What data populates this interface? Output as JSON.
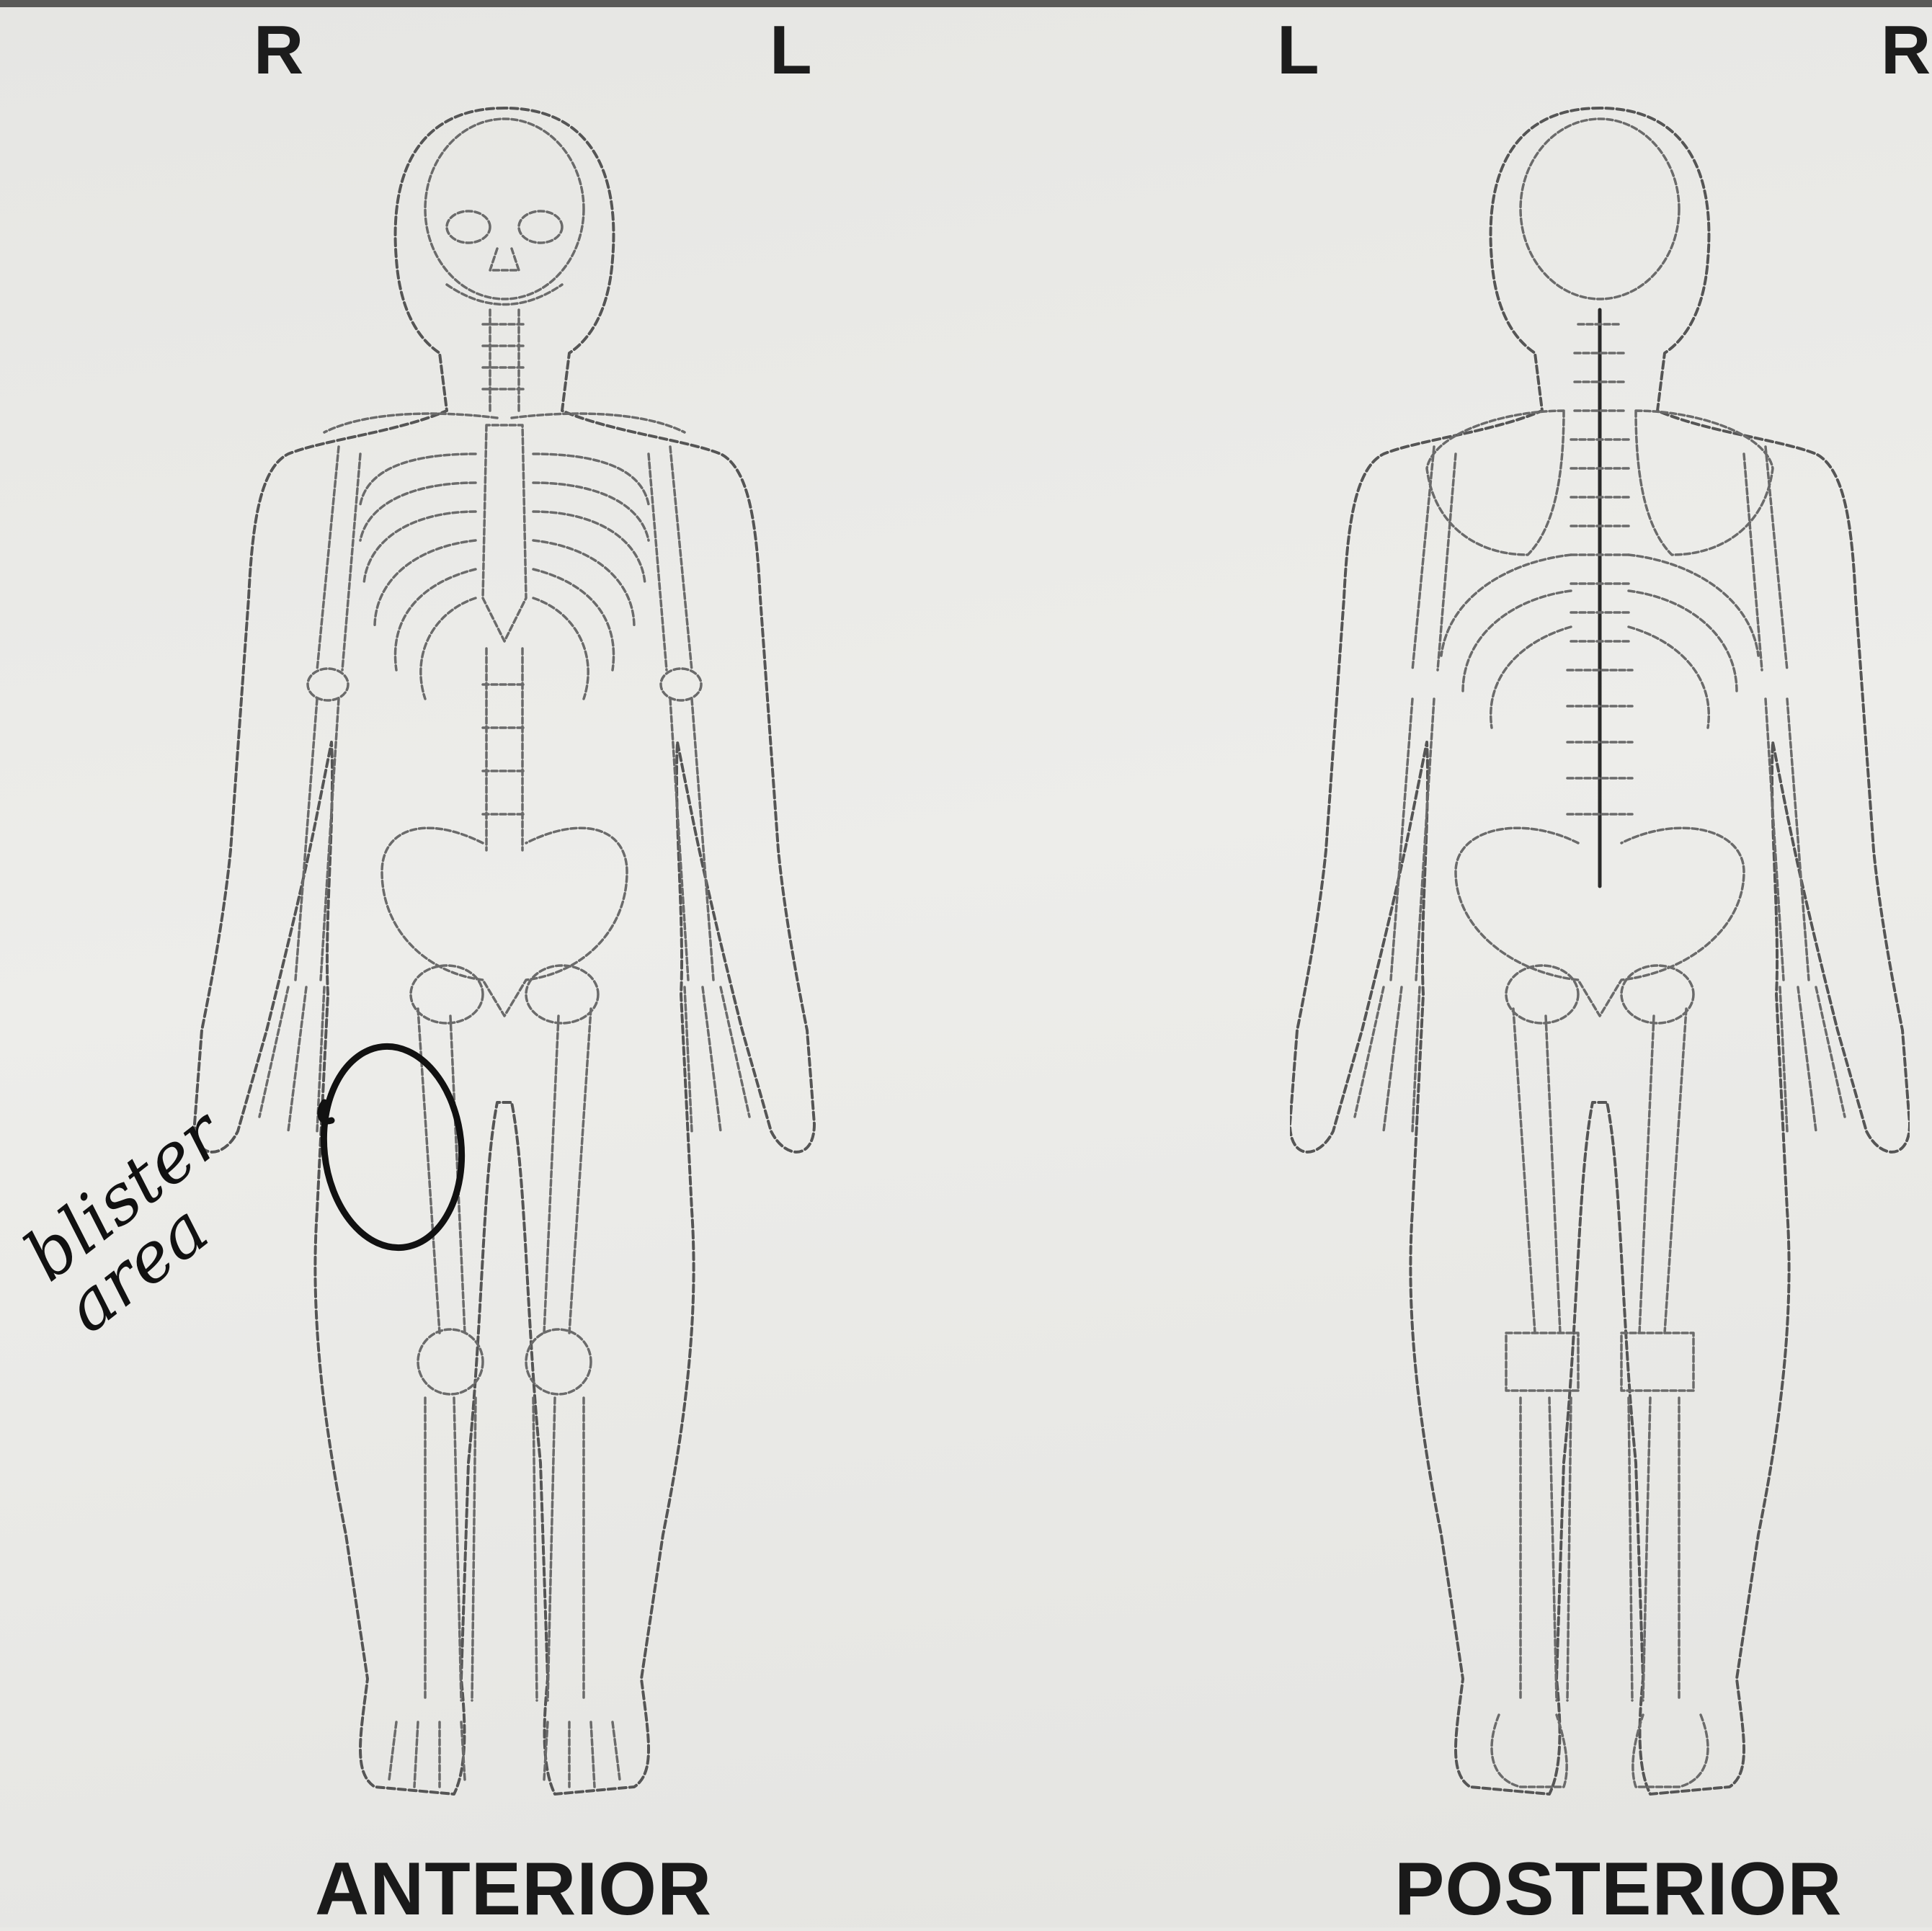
{
  "labels": {
    "anterior_right": "R",
    "anterior_left": "L",
    "posterior_left": "L",
    "posterior_right": "R",
    "anterior_view": "ANTERIOR",
    "posterior_view": "POSTERIOR"
  },
  "annotation": {
    "handwritten_note": "blister area",
    "marked_side": "right thigh (anterior)"
  }
}
